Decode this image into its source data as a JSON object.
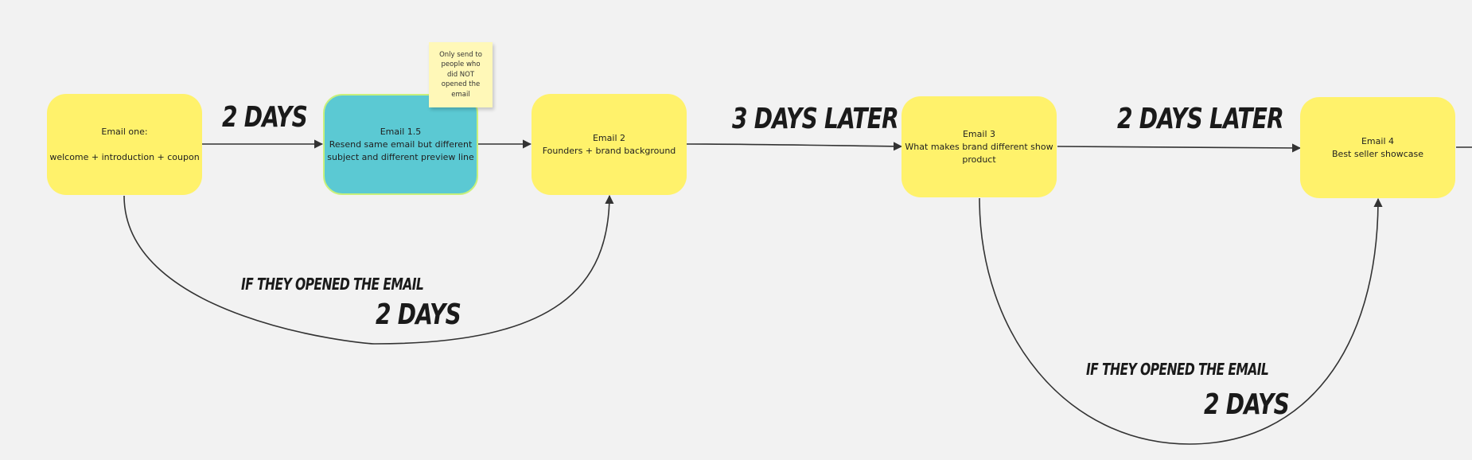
{
  "diagram": {
    "colors": {
      "background": "#f2f2f2",
      "node_yellow": "#fff26b",
      "node_teal": "#5bc9d3",
      "node_teal_border": "#c9f07c",
      "sticky": "#fff8b8",
      "connector": "#333333"
    },
    "nodes": {
      "email_one": {
        "lines": [
          "Email one:",
          "",
          "welcome + introduction + coupon"
        ]
      },
      "email_1_5": {
        "lines": [
          "Email 1.5",
          "Resend same email but different",
          "subject and different preview line"
        ]
      },
      "email_2": {
        "lines": [
          "Email 2",
          "Founders + brand background"
        ]
      },
      "email_3": {
        "lines": [
          "Email 3",
          "What makes brand different show",
          "product"
        ]
      },
      "email_4": {
        "lines": [
          "Email 4",
          "Best seller showcase"
        ]
      }
    },
    "sticky_note": {
      "lines": [
        "Only send to",
        "people who",
        "did NOT",
        "opened the",
        "email"
      ]
    },
    "labels": {
      "two_days_top": "2 DAYS",
      "three_days_later": "3 DAYS LATER",
      "two_days_later": "2 DAYS LATER",
      "if_opened_1": "IF THEY OPENED THE EMAIL",
      "two_days_bottom_1": "2 DAYS",
      "if_opened_2": "IF THEY OPENED THE EMAIL",
      "two_days_bottom_2": "2 DAYS"
    },
    "connectors": [
      {
        "name": "arrow-email-one-to-email-1-5",
        "from": "email_one",
        "to": "email_1_5",
        "type": "straight"
      },
      {
        "name": "arrow-email-1-5-to-email-2",
        "from": "email_1_5",
        "to": "email_2",
        "type": "straight"
      },
      {
        "name": "arrow-email-2-to-email-3",
        "from": "email_2",
        "to": "email_3",
        "type": "straight"
      },
      {
        "name": "arrow-email-3-to-email-4",
        "from": "email_3",
        "to": "email_4",
        "type": "straight"
      },
      {
        "name": "arrow-email-4-continue",
        "from": "email_4",
        "to": null,
        "type": "straight"
      },
      {
        "name": "curve-email-one-to-email-2",
        "from": "email_one",
        "to": "email_2",
        "type": "curve"
      },
      {
        "name": "curve-email-3-to-email-4",
        "from": "email_3",
        "to": "email_4",
        "type": "curve"
      }
    ]
  }
}
